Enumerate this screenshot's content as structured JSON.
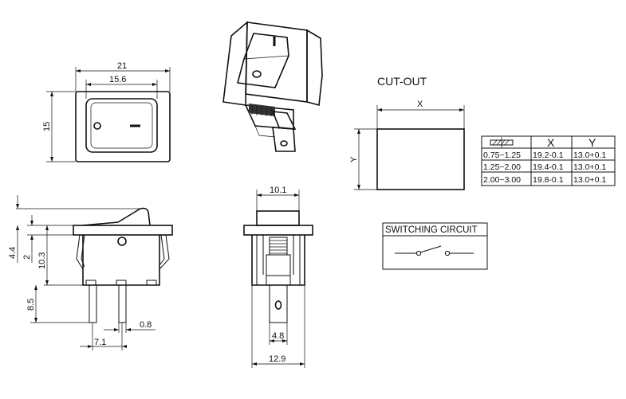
{
  "front_view": {
    "dim_width": "21",
    "dim_rocker_width": "15.6",
    "dim_height": "15",
    "symbol_off": "O",
    "symbol_on": "I"
  },
  "side_view": {
    "dim_a": "4.4",
    "dim_b": "2",
    "dim_c": "10.3",
    "dim_d": "8.5",
    "dim_pitch": "7.1",
    "dim_pin": "0.8"
  },
  "end_view": {
    "dim_top": "10.1",
    "dim_tab": "4.8",
    "dim_bottom": "12.9"
  },
  "cutout": {
    "title": "CUT-OUT",
    "x_label": "X",
    "y_label": "Y"
  },
  "table": {
    "headers": [
      "X",
      "Y"
    ],
    "rows": [
      [
        "0.75~1.25",
        "19.2-0.1",
        "13.0+0.1"
      ],
      [
        "1.25~2.00",
        "19.4-0.1",
        "13.0+0.1"
      ],
      [
        "2.00~3.00",
        "19.8-0.1",
        "13.0+0.1"
      ]
    ]
  },
  "switching_circuit": {
    "title": "SWITCHING CIRCUIT"
  }
}
